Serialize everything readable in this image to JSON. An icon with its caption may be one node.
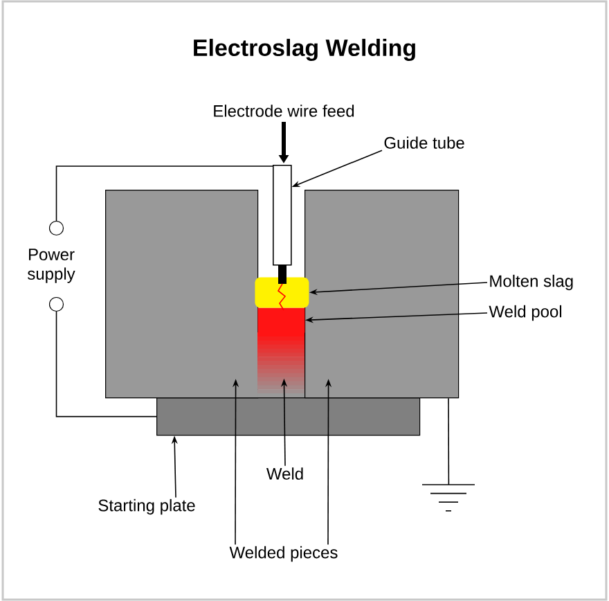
{
  "diagram": {
    "title": "Electroslag Welding",
    "nodes": [
      {
        "text": [
          "Guide tube"
        ]
      },
      {
        "text": [],
        "shape": "box"
      },
      {
        "text": [
          "Molten slag"
        ]
      },
      {
        "text": [],
        "shape": "box"
      },
      {
        "text": [
          "Weld pool"
        ]
      },
      {
        "text": [],
        "shape": "box"
      },
      {
        "text": [
          "Power supply"
        ]
      },
      {
        "text": [],
        "shape": "circle"
      },
      {
        "text": [],
        "shape": "circle"
      },
      {
        "text": [],
        "shape": "box"
      },
      {
        "text": [],
        "shape": "box"
      },
      {
        "text": [],
        "shape": "box"
      },
      {
        "text": [],
        "shape": "box"
      },
      {
        "text": [
          "Weld"
        ]
      },
      {
        "text": [
          "Starting plate"
        ]
      },
      {
        "text": [
          "Welded pieces"
        ]
      },
      {
        "text": [],
        "shape": "ground"
      }
    ],
    "edges": [
      {
        "from": 0,
        "to": 1,
        "arrow": "to"
      },
      {
        "from": 2,
        "to": 3,
        "arrow": "to"
      },
      {
        "from": 4,
        "to": 5,
        "arrow": "to"
      },
      {
        "from": 7,
        "to": 1,
        "arrow": "none"
      },
      {
        "from": 8,
        "to": 11,
        "arrow": "none"
      },
      {
        "from": 10,
        "to": 16,
        "arrow": "none"
      },
      {
        "from": 13,
        "to": 12,
        "arrow": "to"
      },
      {
        "from": 14,
        "to": 11,
        "arrow": "to"
      },
      {
        "from": 15,
        "to": 9,
        "arrow": "to"
      },
      {
        "from": 15,
        "to": 10,
        "arrow": "to"
      }
    ],
    "labels": [
      "Electrode wire feed"
    ]
  }
}
